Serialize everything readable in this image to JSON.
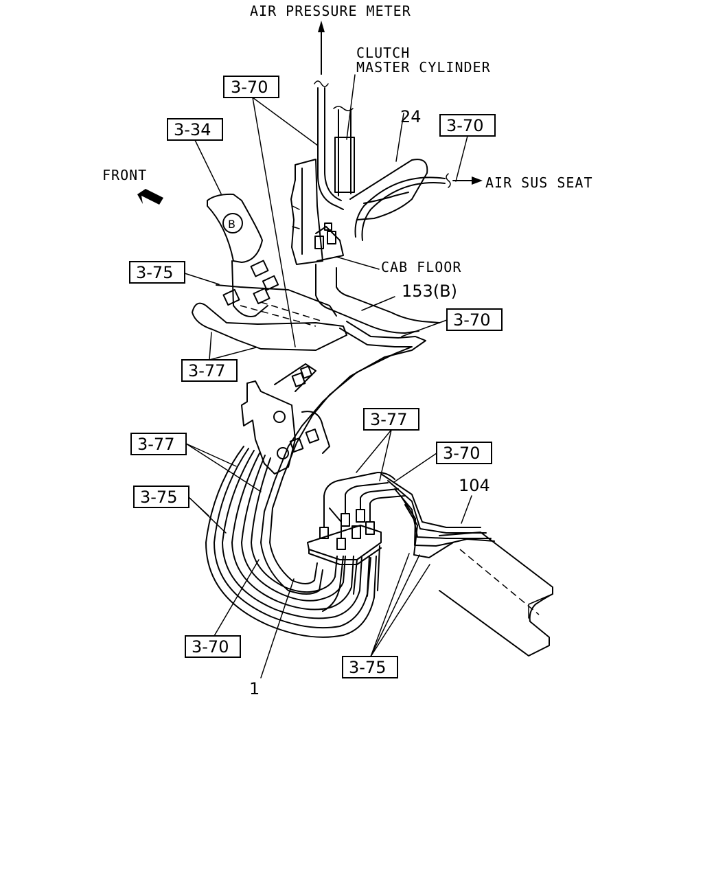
{
  "labels": {
    "air_pressure_meter": "AIR PRESSURE METER",
    "clutch_line1": "CLUTCH",
    "clutch_line2": "MASTER CYLINDER",
    "air_sus_seat": "AIR SUS SEAT",
    "front": "FRONT",
    "cab_floor": "CAB FLOOR"
  },
  "part_numbers": {
    "p24": "24",
    "p153b": "153(B)",
    "p104": "104",
    "p1": "1"
  },
  "refs": {
    "r370_top": "3-70",
    "r334": "3-34",
    "r370_seat": "3-70",
    "r375_left": "3-75",
    "r370_mid": "3-70",
    "r377_left": "3-77",
    "r377_mid": "3-77",
    "r377_lower": "3-77",
    "r370_right": "3-70",
    "r375_lower": "3-75",
    "r370_bottom": "3-70",
    "r375_bottom": "3-75"
  },
  "icons": {
    "front_arrow": "front-direction-arrow-icon",
    "valve_marker": "B"
  }
}
